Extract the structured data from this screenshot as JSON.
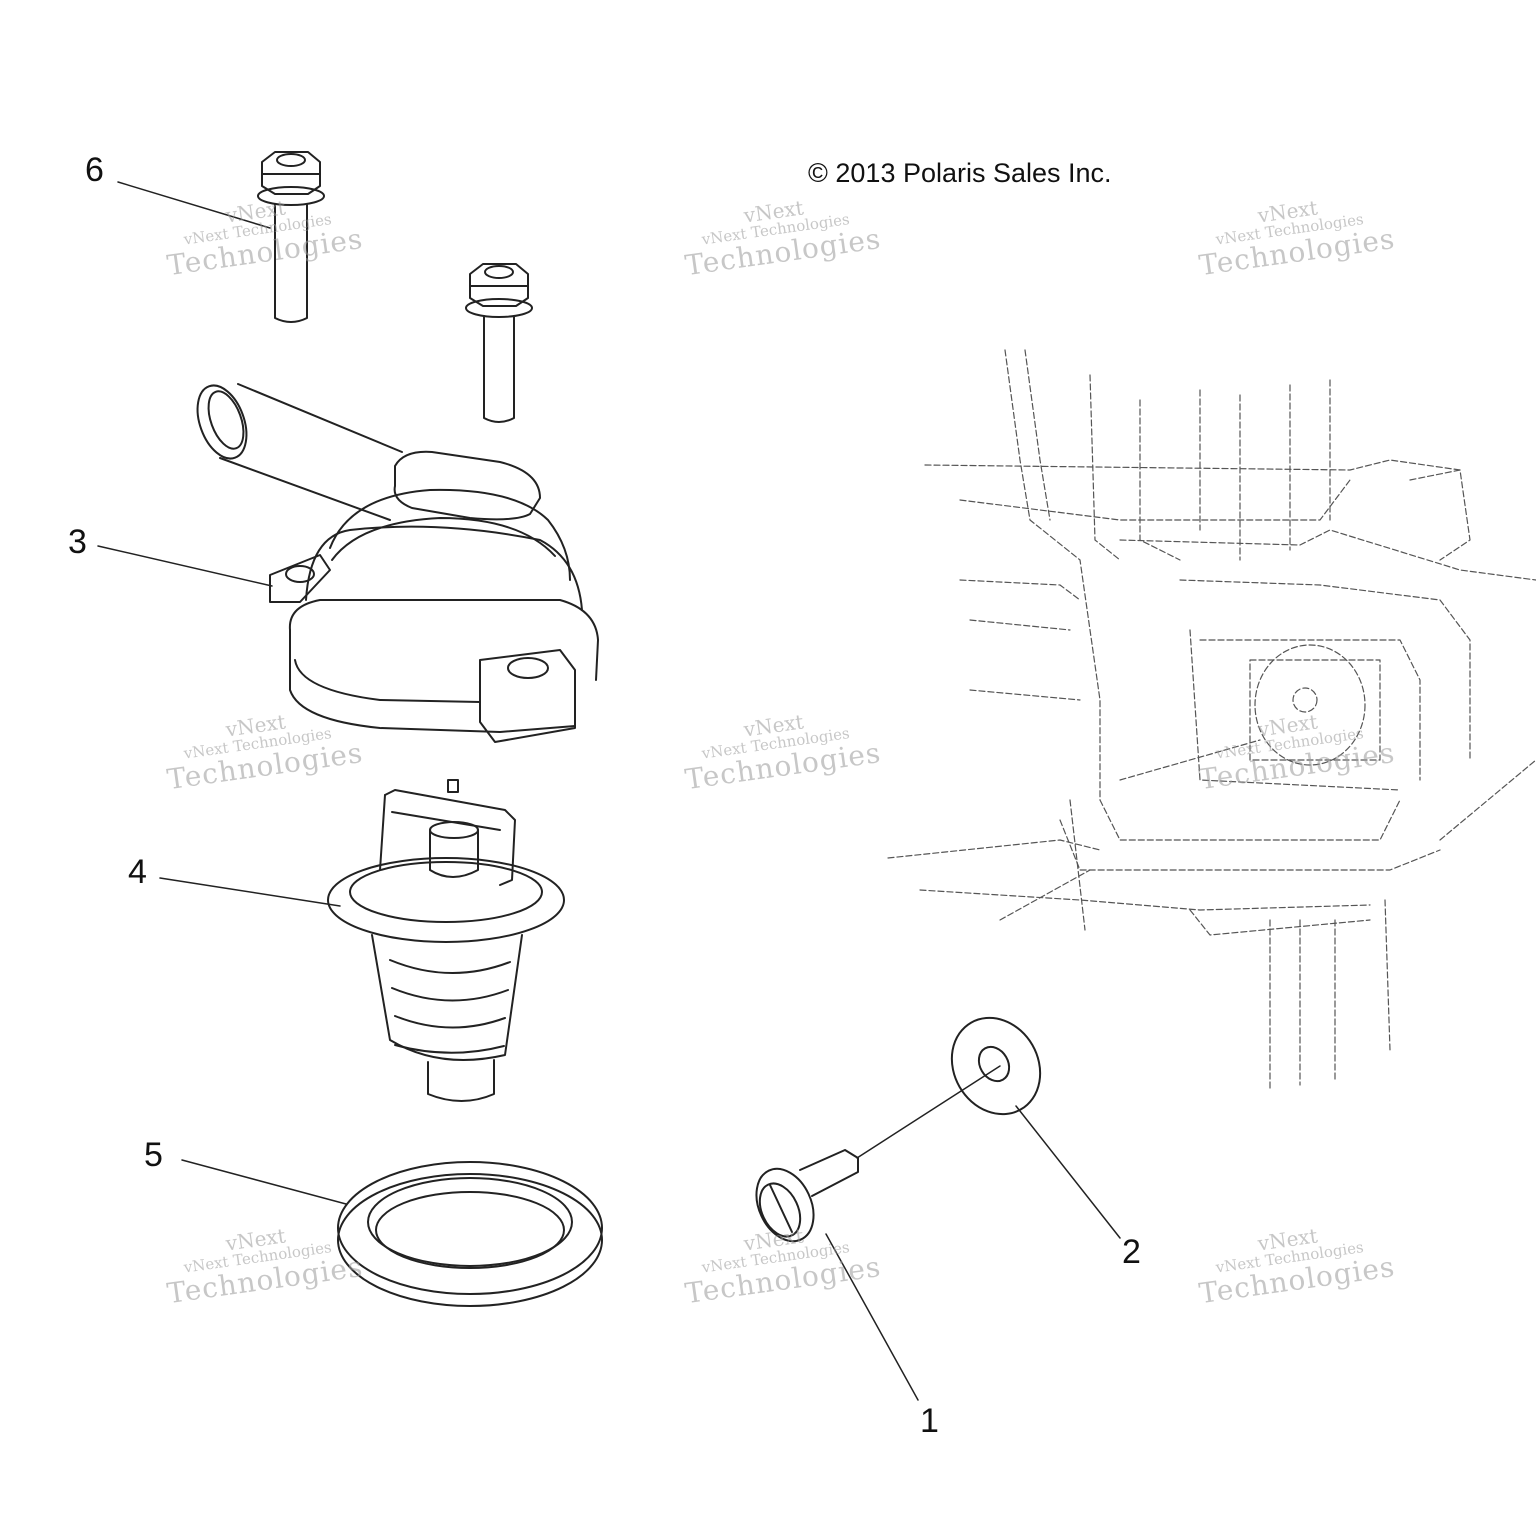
{
  "copyright": "© 2013 Polaris Sales Inc.",
  "callouts": [
    {
      "id": "1",
      "label": "1"
    },
    {
      "id": "2",
      "label": "2"
    },
    {
      "id": "3",
      "label": "3"
    },
    {
      "id": "4",
      "label": "4"
    },
    {
      "id": "5",
      "label": "5"
    },
    {
      "id": "6",
      "label": "6"
    }
  ],
  "watermark": {
    "line1": "vNext",
    "line2": "vNext Technologies",
    "line3": "Technologies"
  }
}
